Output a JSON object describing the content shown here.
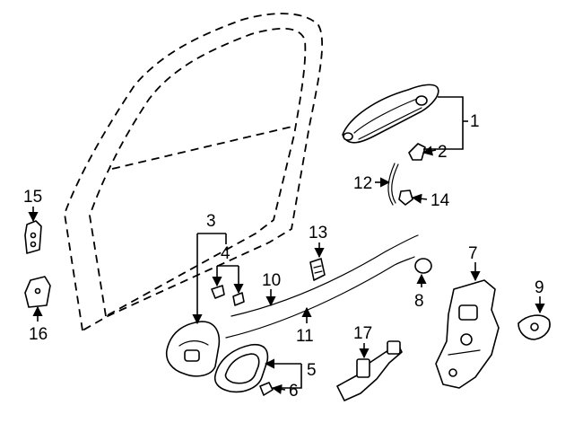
{
  "diagram": {
    "callouts": {
      "c1": "1",
      "c2": "2",
      "c3": "3",
      "c4": "4",
      "c5": "5",
      "c6": "6",
      "c7": "7",
      "c8": "8",
      "c9": "9",
      "c10": "10",
      "c11": "11",
      "c12": "12",
      "c13": "13",
      "c14": "14",
      "c15": "15",
      "c16": "16",
      "c17": "17"
    },
    "colors": {
      "ink": "#000000",
      "background": "#ffffff"
    }
  }
}
